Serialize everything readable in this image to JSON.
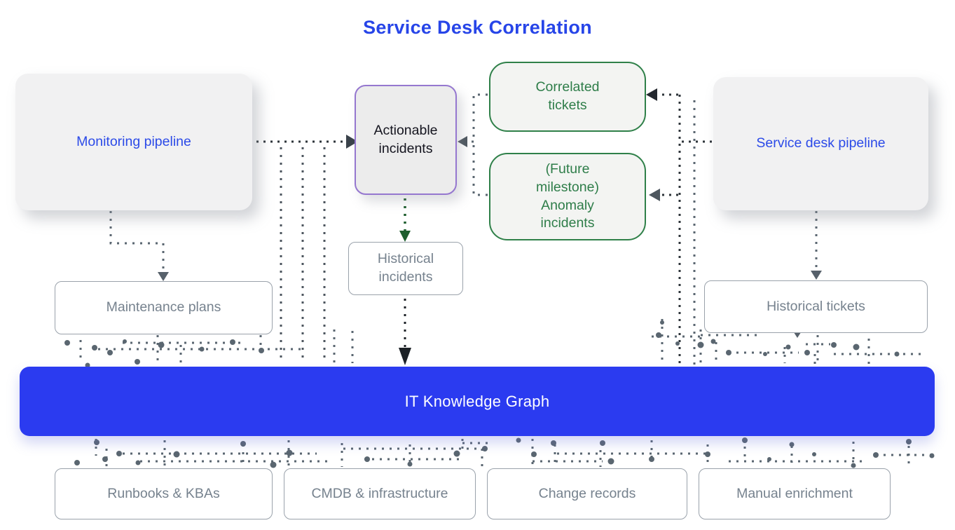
{
  "title": "Service Desk Correlation",
  "colors": {
    "title": "#2745e8",
    "pipeline_text": "#2b4ae8",
    "knowledge_graph_fill": "#2b3bf0",
    "green_accent": "#2e7d49",
    "purple_border": "#9577cf",
    "muted_text": "#76828e",
    "edge_dark": "#2e343a",
    "edge_slate": "#5a6670",
    "edge_green": "#1e5e2e"
  },
  "nodes": {
    "monitoring_pipeline": {
      "label": "Monitoring pipeline"
    },
    "actionable_incidents": {
      "label": "Actionable incidents"
    },
    "correlated_tickets": {
      "label": "Correlated tickets"
    },
    "anomaly_incidents": {
      "label": "(Future milestone) Anomaly incidents"
    },
    "service_desk_pipeline": {
      "label": "Service desk pipeline"
    },
    "historical_incidents": {
      "label": "Historical incidents"
    },
    "maintenance_plans": {
      "label": "Maintenance plans"
    },
    "historical_tickets": {
      "label": "Historical tickets"
    },
    "knowledge_graph": {
      "label": "IT Knowledge Graph"
    },
    "runbooks_kbas": {
      "label": "Runbooks & KBAs"
    },
    "cmdb_infrastructure": {
      "label": "CMDB & infrastructure"
    },
    "change_records": {
      "label": "Change records"
    },
    "manual_enrichment": {
      "label": "Manual enrichment"
    }
  },
  "edges": [
    {
      "from": "monitoring_pipeline",
      "to": "actionable_incidents"
    },
    {
      "from": "monitoring_pipeline",
      "to": "maintenance_plans"
    },
    {
      "from": "monitoring_pipeline",
      "to": "knowledge_graph"
    },
    {
      "from": "correlated_tickets",
      "to": "actionable_incidents"
    },
    {
      "from": "anomaly_incidents",
      "to": "actionable_incidents"
    },
    {
      "from": "actionable_incidents",
      "to": "historical_incidents"
    },
    {
      "from": "historical_incidents",
      "to": "knowledge_graph"
    },
    {
      "from": "service_desk_pipeline",
      "to": "correlated_tickets"
    },
    {
      "from": "service_desk_pipeline",
      "to": "anomaly_incidents"
    },
    {
      "from": "service_desk_pipeline",
      "to": "historical_tickets"
    },
    {
      "from": "service_desk_pipeline",
      "to": "knowledge_graph"
    },
    {
      "from": "historical_tickets",
      "to": "knowledge_graph"
    },
    {
      "from": "maintenance_plans",
      "to": "knowledge_graph"
    },
    {
      "from": "knowledge_graph",
      "to": "runbooks_kbas"
    },
    {
      "from": "knowledge_graph",
      "to": "cmdb_infrastructure"
    },
    {
      "from": "knowledge_graph",
      "to": "change_records"
    },
    {
      "from": "knowledge_graph",
      "to": "manual_enrichment"
    }
  ]
}
